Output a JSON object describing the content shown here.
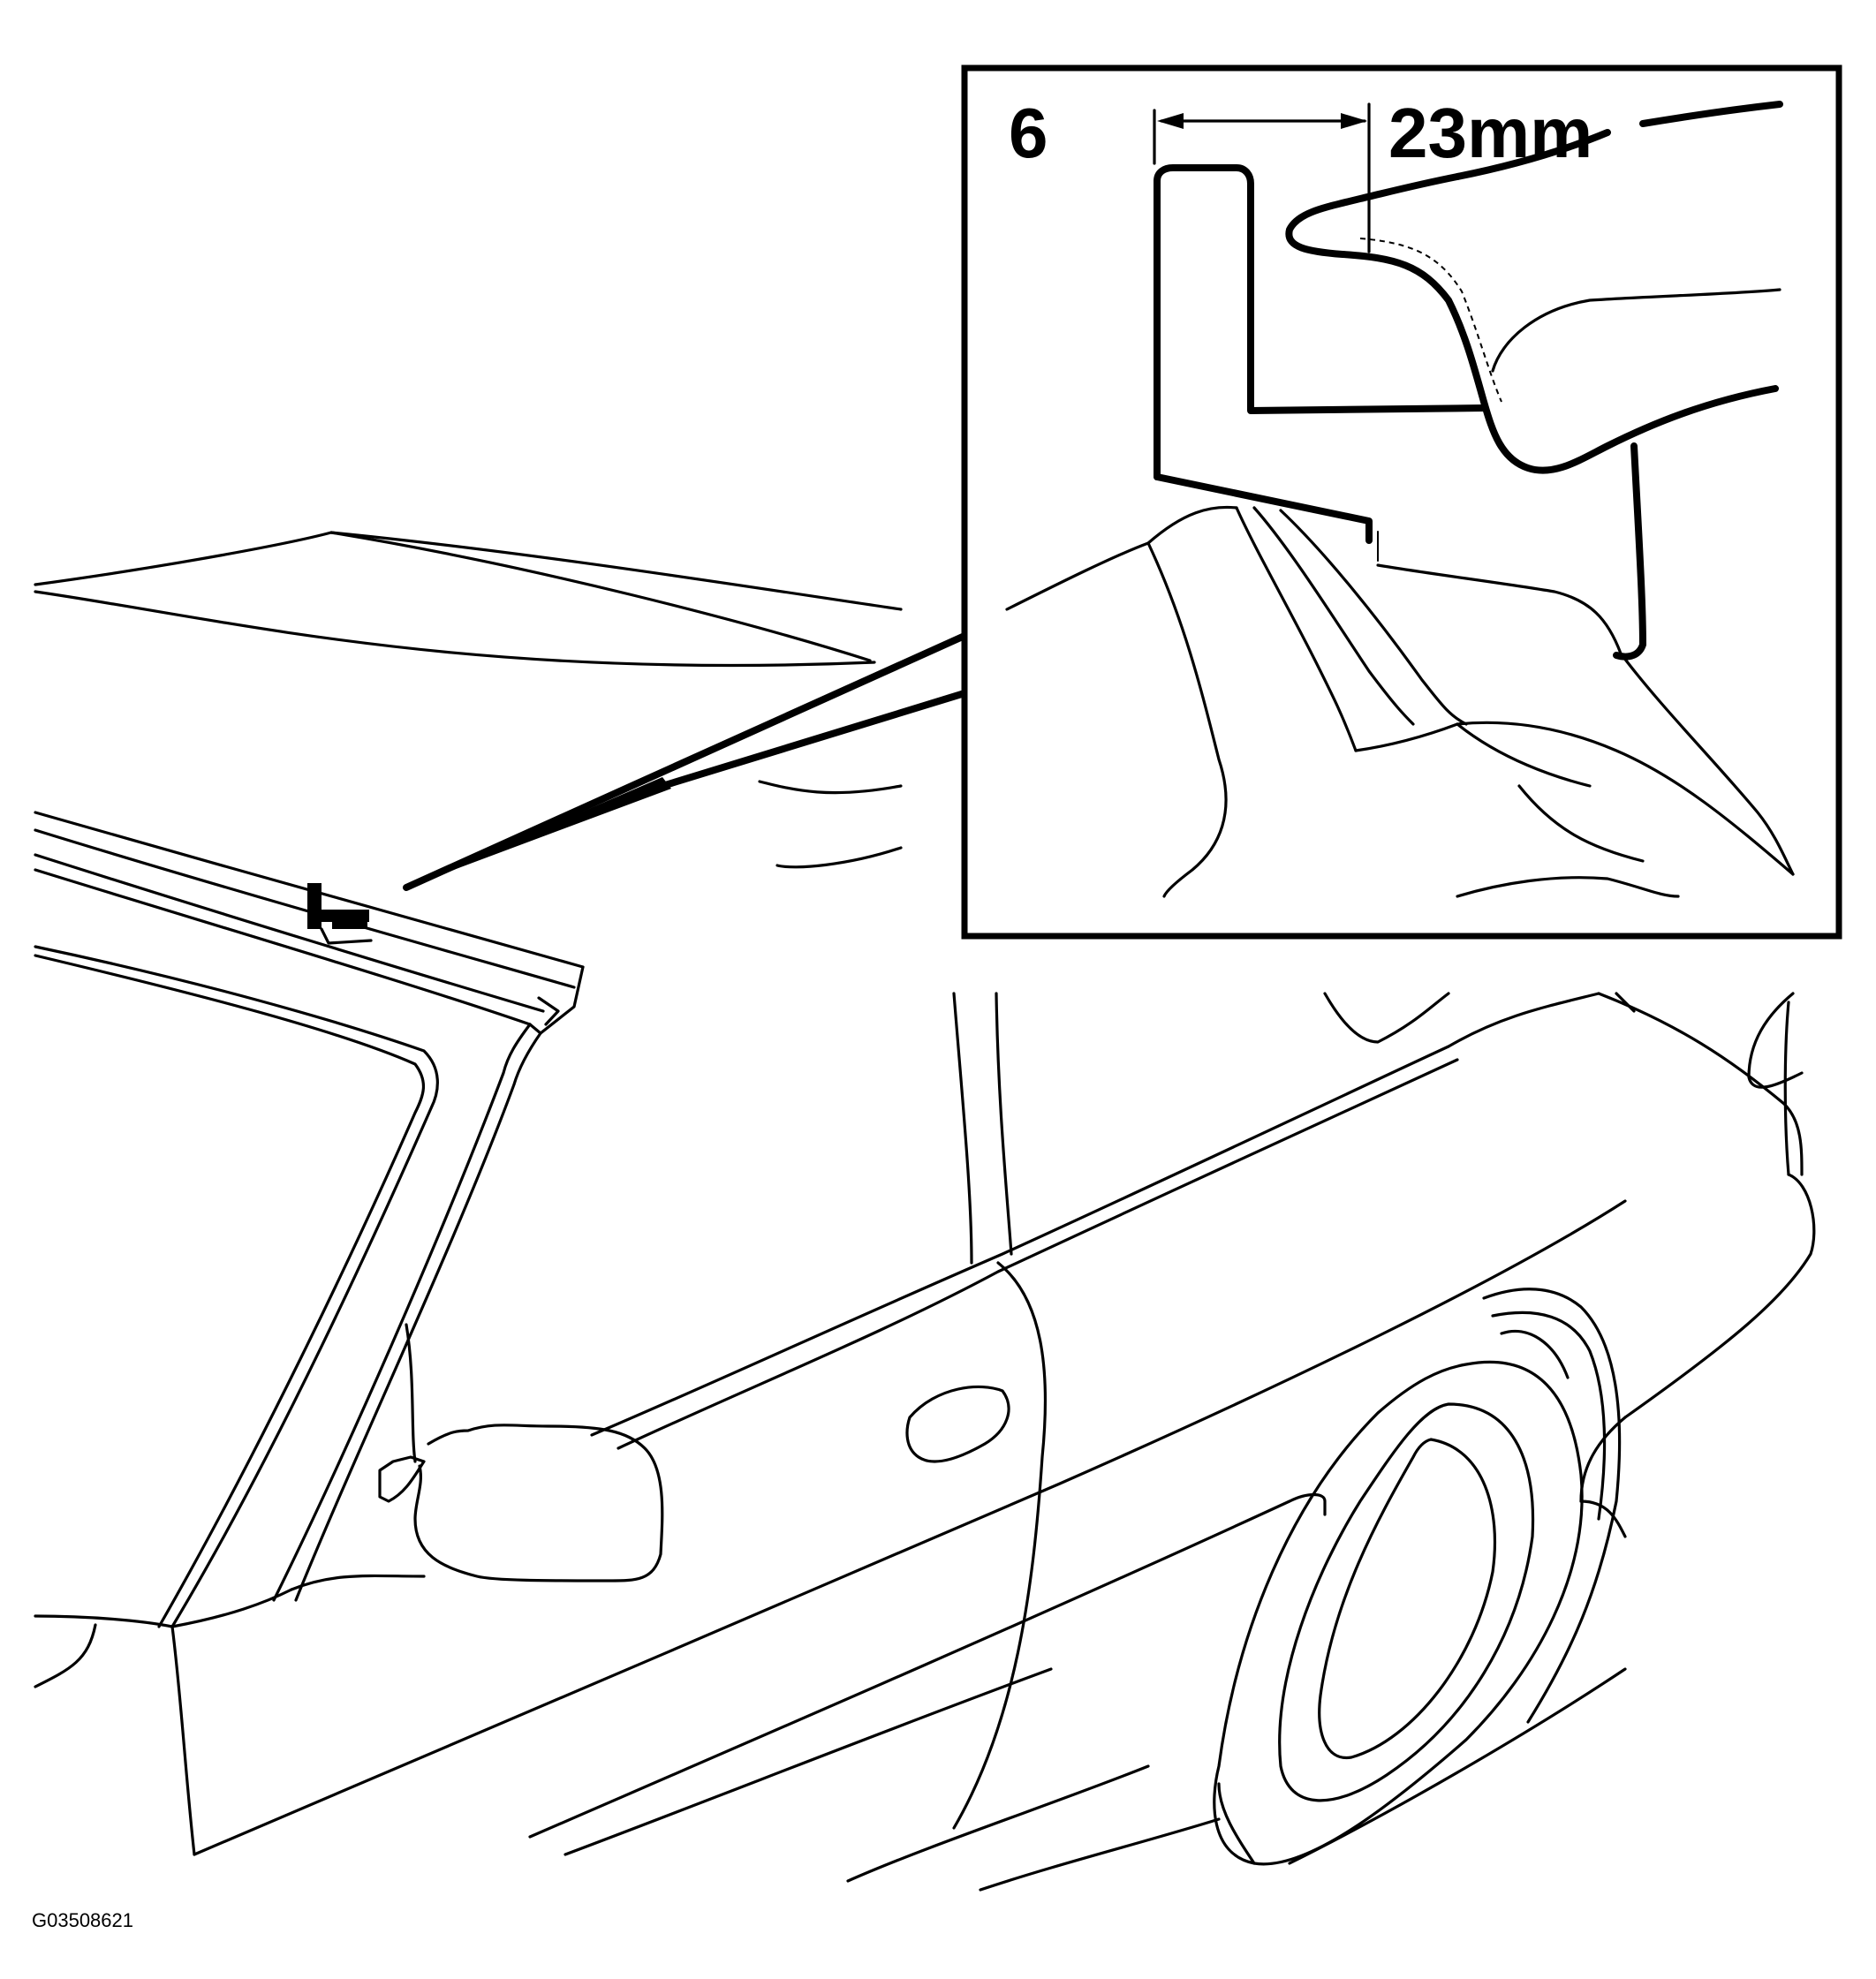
{
  "figure": {
    "inset_number": "6",
    "dimension_label": "23mm",
    "figure_id": "G03508621"
  },
  "colors": {
    "line": "#000000",
    "background": "#ffffff"
  }
}
